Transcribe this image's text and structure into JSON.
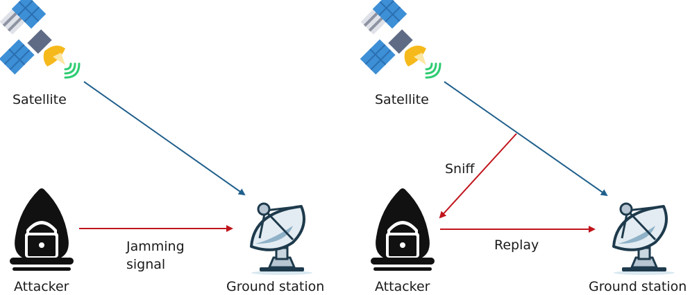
{
  "panels": [
    {
      "id": "jamming",
      "satellite_label": "Satellite",
      "attacker_label": "Attacker",
      "ground_label": "Ground station",
      "attack_label_line1": "Jamming",
      "attack_label_line2": "signal"
    },
    {
      "id": "replay",
      "satellite_label": "Satellite",
      "attacker_label": "Attacker",
      "ground_label": "Ground station",
      "sniff_label": "Sniff",
      "replay_label": "Replay"
    }
  ],
  "colors": {
    "link": "#1f5f8b",
    "attack": "#c0141c",
    "panel_blue": "#3d8fd6",
    "dish_dark": "#1e3a4c",
    "signal_green": "#2ecc71",
    "feed_yellow": "#f6b91b"
  },
  "icons": [
    "satellite-icon",
    "hacker-icon",
    "satellite-dish-icon"
  ]
}
